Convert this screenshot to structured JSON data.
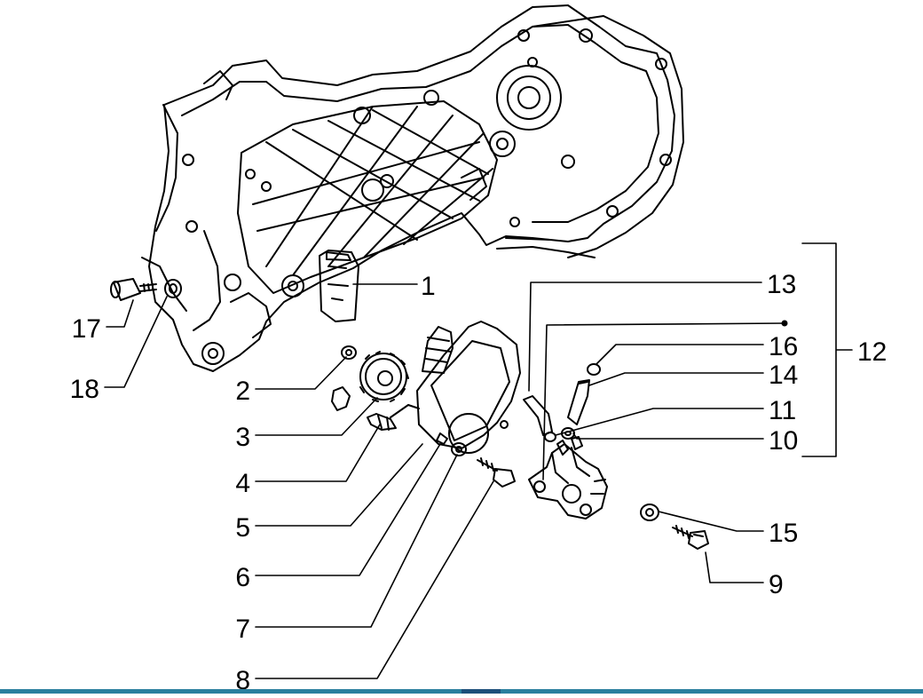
{
  "diagram": {
    "colors": {
      "line": "#000000",
      "background": "#ffffff",
      "bottom_bar": "#2a7f9e"
    },
    "callouts": [
      {
        "id": "1",
        "label": "1"
      },
      {
        "id": "2",
        "label": "2"
      },
      {
        "id": "3",
        "label": "3"
      },
      {
        "id": "4",
        "label": "4"
      },
      {
        "id": "5",
        "label": "5"
      },
      {
        "id": "6",
        "label": "6"
      },
      {
        "id": "7",
        "label": "7"
      },
      {
        "id": "8",
        "label": "8"
      },
      {
        "id": "9",
        "label": "9"
      },
      {
        "id": "10",
        "label": "10"
      },
      {
        "id": "11",
        "label": "11"
      },
      {
        "id": "12",
        "label": "12"
      },
      {
        "id": "13",
        "label": "13"
      },
      {
        "id": "14",
        "label": "14"
      },
      {
        "id": "15",
        "label": "15"
      },
      {
        "id": "16",
        "label": "16"
      },
      {
        "id": "17",
        "label": "17"
      },
      {
        "id": "18",
        "label": "18"
      }
    ]
  }
}
